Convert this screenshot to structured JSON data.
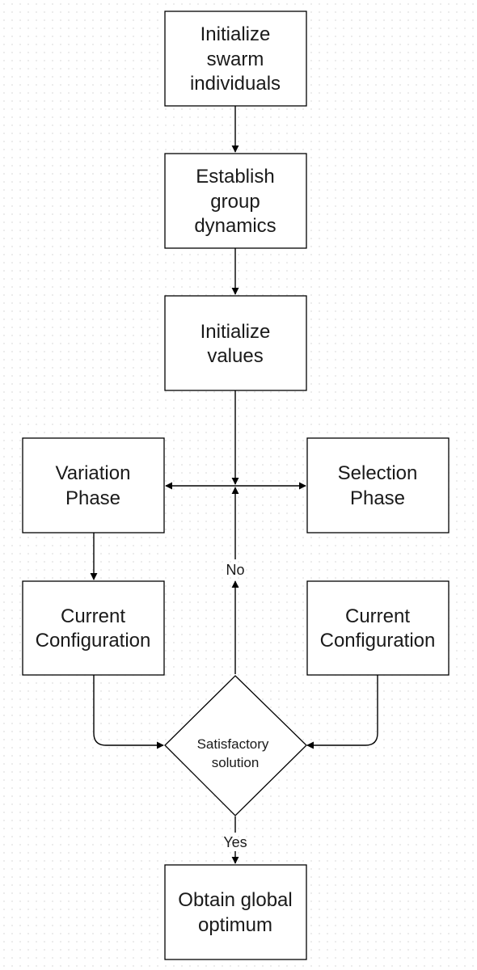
{
  "diagram": {
    "nodes": {
      "init_swarm": {
        "lines": [
          "Initialize",
          "swarm",
          "individuals"
        ]
      },
      "group_dynamics": {
        "lines": [
          "Establish",
          "group",
          "dynamics"
        ]
      },
      "init_values": {
        "lines": [
          "Initialize",
          "values"
        ]
      },
      "variation": {
        "lines": [
          "Variation",
          "Phase"
        ]
      },
      "selection": {
        "lines": [
          "Selection",
          "Phase"
        ]
      },
      "config_left": {
        "lines": [
          "Current",
          "Configuration"
        ]
      },
      "config_right": {
        "lines": [
          "Current",
          "Configuration"
        ]
      },
      "decision": {
        "lines": [
          "Satisfactory",
          "solution"
        ]
      },
      "optimum": {
        "lines": [
          "Obtain global",
          "optimum"
        ]
      }
    },
    "edge_labels": {
      "no": "No",
      "yes": "Yes"
    }
  }
}
